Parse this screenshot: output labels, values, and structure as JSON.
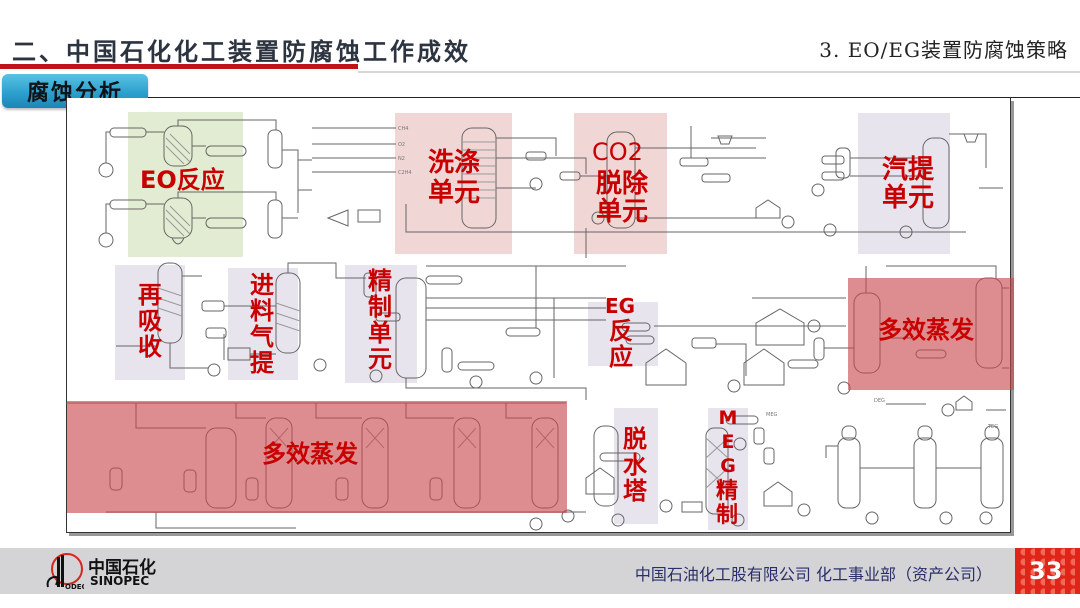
{
  "header": {
    "title": "二、中国石化化工装置防腐蚀工作成效",
    "section": "3. EO/EG装置防腐蚀策略",
    "tag": "腐蚀分析",
    "accent_color": "#c0121b",
    "tag_color": "#2a9dcc"
  },
  "diagram": {
    "zones": [
      {
        "id": "eo-reaction",
        "label": "EO反应",
        "color": "#e2ecd2"
      },
      {
        "id": "washing-unit",
        "label": "洗涤单元",
        "color": "#f1d6d6"
      },
      {
        "id": "co2-removal-unit",
        "label_top": "CO2",
        "label": "脱除单元",
        "color": "#f1d6d6"
      },
      {
        "id": "stripping-unit",
        "label": "汽提单元",
        "color": "#e8e4ee"
      },
      {
        "id": "reabsorption",
        "label": "再吸收",
        "color": "#e8e4ee"
      },
      {
        "id": "feed-gas-stripping",
        "label": "进料气提",
        "color": "#e8e4ee"
      },
      {
        "id": "refining-unit",
        "label": "精制单元",
        "color": "#e8e4ee"
      },
      {
        "id": "eg-reaction",
        "label_top": "EG",
        "label": "反应",
        "color": "#e8e4ee"
      },
      {
        "id": "multi-effect-evaporation-right",
        "label": "多效蒸发",
        "color": "#d98a8e"
      },
      {
        "id": "multi-effect-evaporation-bottom",
        "label": "多效蒸发",
        "color": "#d98a8e"
      },
      {
        "id": "dehydration-tower",
        "label": "脱水塔",
        "color": "#e8e4ee"
      },
      {
        "id": "meg-refining",
        "label_top": "MEG",
        "label": "精制",
        "color": "#e8e4ee"
      }
    ],
    "stream_labels": [
      "CH4",
      "O2",
      "N2",
      "C2H4"
    ],
    "product_labels": [
      "MEG",
      "DEG",
      "TEG"
    ]
  },
  "footer": {
    "logo_cn": "中国石化",
    "logo_en": "SINOPEC",
    "company": "中国石油化工股有限公司  化工事业部（资产公司）",
    "page_number": "33",
    "badge_color": "#e02418"
  }
}
